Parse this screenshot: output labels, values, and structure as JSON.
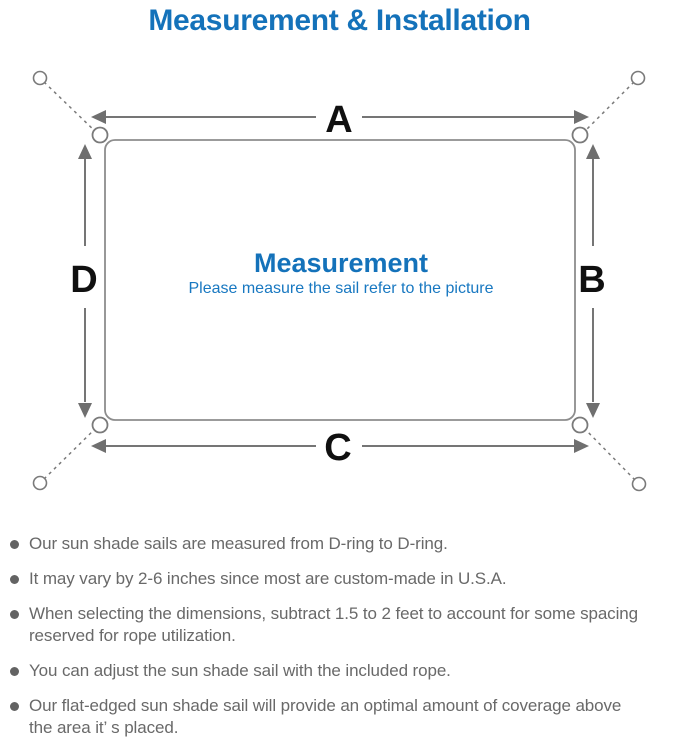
{
  "page_title": "Measurement & Installation",
  "colors": {
    "accent_blue": "#1472ba",
    "line_gray": "#7a7a7a",
    "bullet_text_gray": "#696969"
  },
  "diagram": {
    "dimension_labels": {
      "top": "A",
      "right": "B",
      "bottom": "C",
      "left": "D"
    },
    "center_heading": "Measurement",
    "center_caption": "Please measure the sail refer to the picture"
  },
  "bullets": [
    {
      "lines": [
        "Our sun shade sails are measured from D-ring to D-ring."
      ]
    },
    {
      "lines": [
        "It may vary by 2-6 inches since most are custom-made in U.S.A."
      ]
    },
    {
      "lines": [
        "When selecting the dimensions, subtract 1.5 to 2 feet to account for some spacing",
        "reserved for rope utilization."
      ]
    },
    {
      "lines": [
        "You can adjust the sun shade sail with the included rope."
      ]
    },
    {
      "lines": [
        "Our flat-edged sun shade sail will provide an optimal amount of coverage above",
        "the area it’ s placed."
      ]
    }
  ]
}
